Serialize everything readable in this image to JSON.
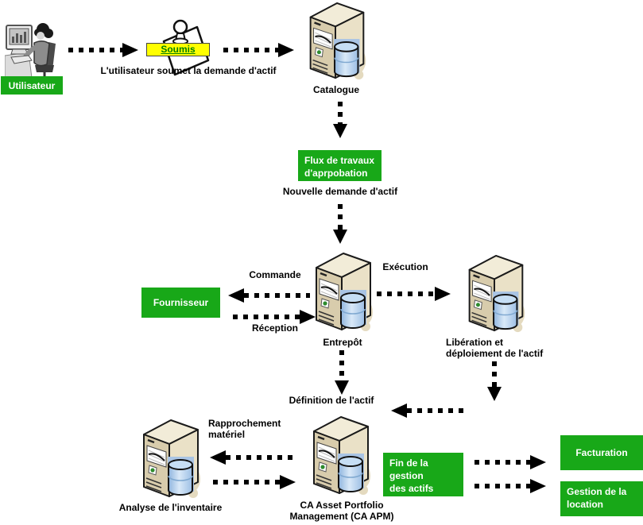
{
  "colors": {
    "box_green": "#18A818",
    "banner_yellow": "#FFFF00",
    "banner_text_green": "#007F00",
    "arrow_black": "#000000",
    "server_front_beige": "#D8CCAC",
    "server_side_beige": "#EAE1C7",
    "database_blue": "#9FC3E8"
  },
  "icons": {
    "user-at-computer-icon": "grayscale clipart of a person seated at a desktop computer",
    "submitted-note-icon": "white note pinned with a push-pin behind the Soumis banner",
    "server-icon": "beige tower server with blue database cylinder (used for Catalogue, Entrepôt, Libération, Analyse, CA APM)"
  },
  "labels": {
    "utilisateur": "Utilisateur",
    "soumis": "Soumis",
    "submit_caption": "L'utilisateur soumet la demande d'actif",
    "catalogue": "Catalogue",
    "flux": "Flux de travaux\nd'aprpobation",
    "nouvelle_demande": "Nouvelle demande d'actif",
    "commande": "Commande",
    "fournisseur": "Fournisseur",
    "reception": "Réception",
    "entrepot": "Entrepôt",
    "execution": "Exécution",
    "liberation": "Libération et\ndéploiement de l'actif",
    "definition": "Définition de l'actif",
    "rapprochement": "Rapprochement\nmatériel",
    "analyse": "Analyse de l'inventaire",
    "caapm": "CA Asset Portfolio\nManagement (CA APM)",
    "fin_gestion": "Fin de la gestion\ndes actifs",
    "facturation": "Facturation",
    "gestion_location": "Gestion de la\nlocation"
  }
}
